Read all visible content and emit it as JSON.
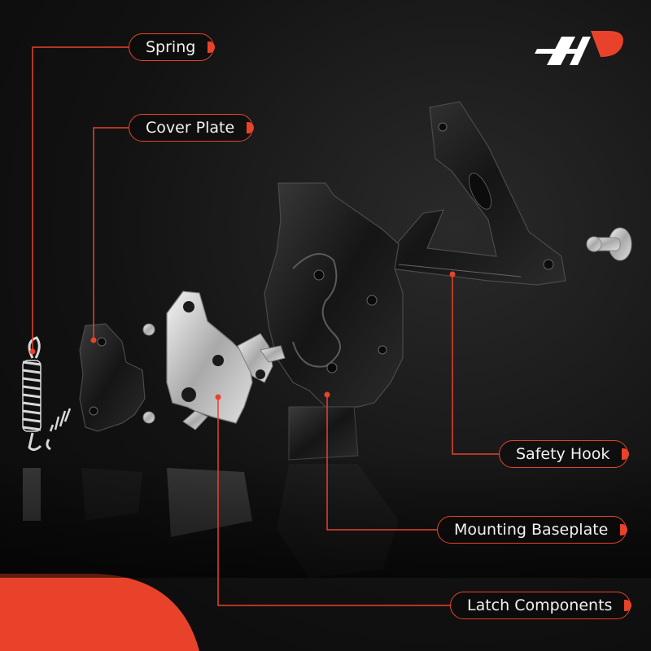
{
  "brand": {
    "logo_icon": "a-premium-logo-icon",
    "accent_color": "#e8432a"
  },
  "colors": {
    "leader": "#e8432a",
    "part_black": "#1c1c1c",
    "part_silver": "#c9c9c9"
  },
  "callouts": {
    "spring": "Spring",
    "cover_plate": "Cover Plate",
    "safety_hook": "Safety Hook",
    "mounting_baseplate": "Mounting Baseplate",
    "latch_components": "Latch Components"
  }
}
